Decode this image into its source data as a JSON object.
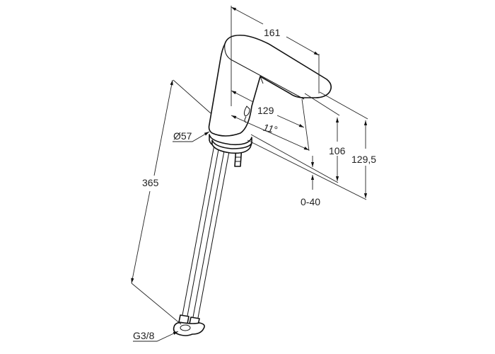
{
  "drawing": {
    "dimensions": {
      "spout_length": "161",
      "spout_reach": "129",
      "angle": "11°",
      "outlet_height": "106",
      "total_height": "129,5",
      "adjustment_range": "0-40",
      "base_diameter": "Ø57",
      "hose_length": "365",
      "connection_thread": "G3/8"
    }
  }
}
